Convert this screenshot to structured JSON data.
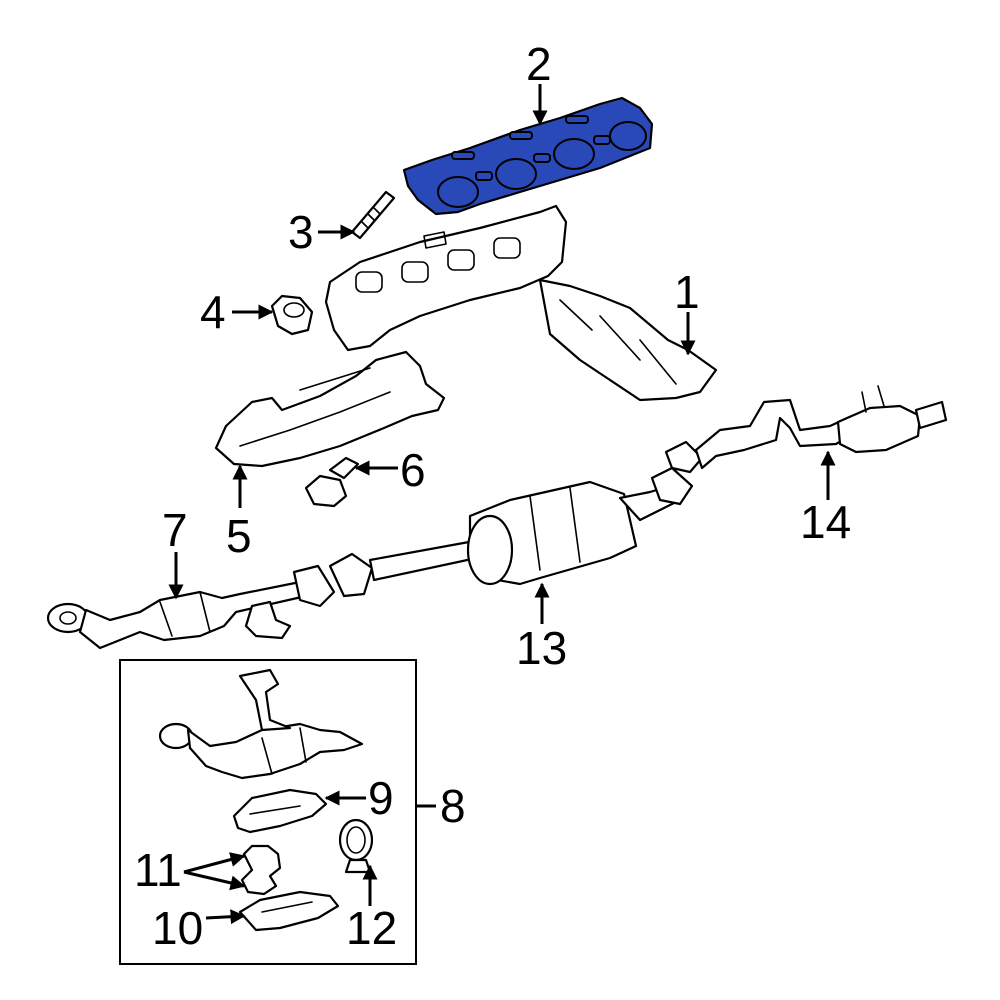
{
  "diagram": {
    "highlight_color": "#2a49b8",
    "highlighted_part": "2",
    "callouts": {
      "c1": "1",
      "c2": "2",
      "c3": "3",
      "c4": "4",
      "c5": "5",
      "c6": "6",
      "c7": "7",
      "c8": "8",
      "c9": "9",
      "c10": "10",
      "c11": "11",
      "c12": "12",
      "c13": "13",
      "c14": "14"
    }
  }
}
